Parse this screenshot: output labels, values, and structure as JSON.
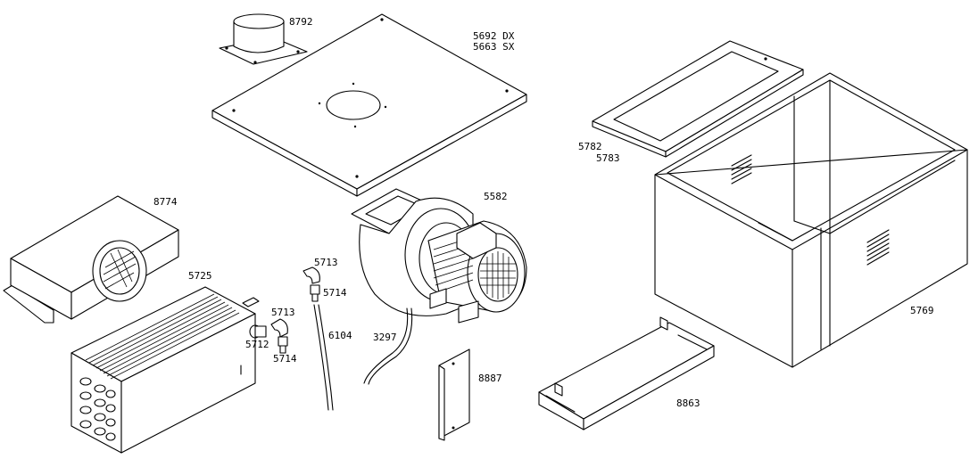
{
  "labels": {
    "collar": "8792",
    "top_panel_dx": "5692 DX",
    "top_panel_sx": "5663 SX",
    "frame": "5782",
    "frame_b": "5783",
    "cabinet": "5769",
    "fan": "5582",
    "fan_cover": "8774",
    "coil": "5725",
    "elbow_a": "5713",
    "nipple_a": "5714",
    "elbow_b": "5713",
    "reducer": "5712",
    "nipple_b": "5714",
    "pipe": "6104",
    "hose": "3297",
    "bracket": "8887",
    "tray": "8863"
  },
  "colors": {
    "line": "#000000",
    "background": "#ffffff"
  }
}
